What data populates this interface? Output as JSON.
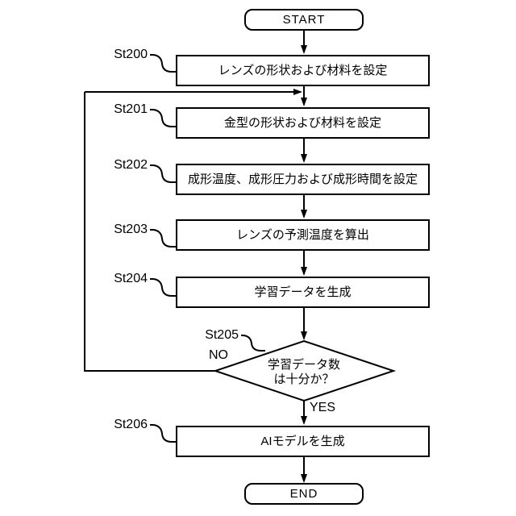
{
  "flowchart": {
    "start_label": "START",
    "end_label": "END",
    "steps": [
      {
        "id": "St200",
        "label": "レンズの形状および材料を設定"
      },
      {
        "id": "St201",
        "label": "金型の形状および材料を設定"
      },
      {
        "id": "St202",
        "label": "成形温度、成形圧力および成形時間を設定"
      },
      {
        "id": "St203",
        "label": "レンズの予測温度を算出"
      },
      {
        "id": "St204",
        "label": "学習データを生成"
      },
      {
        "id": "St206",
        "label": "AIモデルを生成"
      }
    ],
    "decision": {
      "id": "St205",
      "line1": "学習データ数",
      "line2": "は十分か？",
      "no_label": "NO",
      "yes_label": "YES"
    },
    "colors": {
      "line": "#000000",
      "background": "#ffffff",
      "text": "#000000"
    }
  }
}
